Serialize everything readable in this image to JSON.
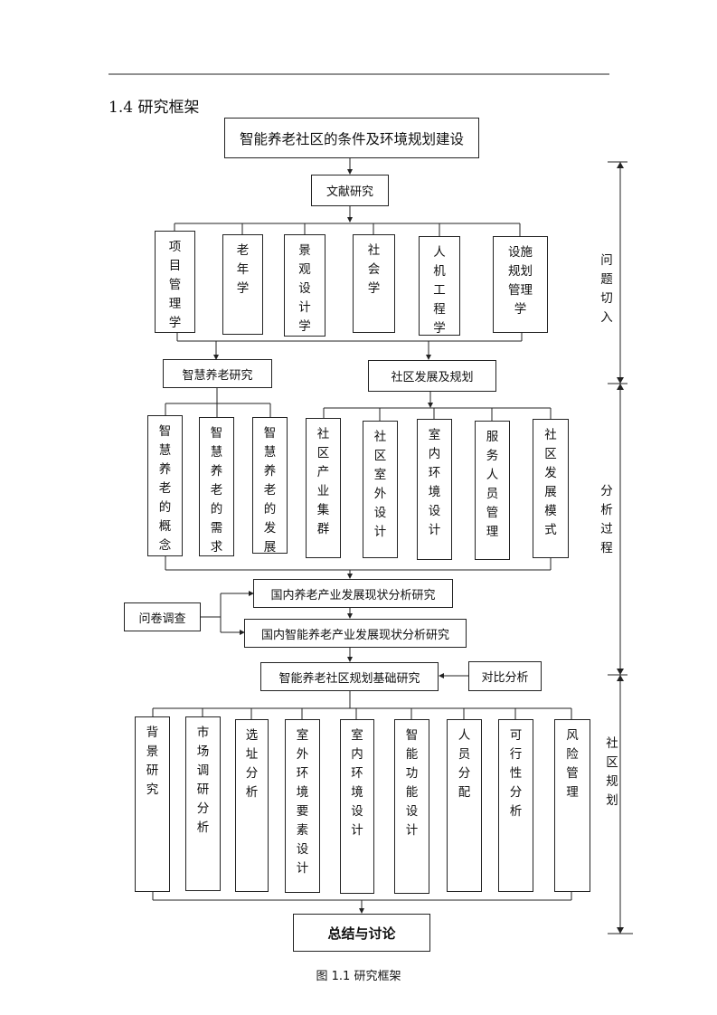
{
  "heading": "1.4  研究框架",
  "top_title": "智能养老社区的条件及环境规划建设",
  "literature": "文献研究",
  "disciplines": [
    "项\n目\n管\n理\n学",
    "老\n年\n学",
    "景\n观\n设\n计\n学",
    "社\n会\n学",
    "人\n机\n工\n程\n学",
    "设施\n规划\n管理\n学"
  ],
  "mid_left": "智慧养老研究",
  "mid_right": "社区发展及规划",
  "smart_items": [
    "智\n慧\n养\n老\n的\n概\n念",
    "智\n慧\n养\n老\n的\n需\n求",
    "智\n慧\n养\n老\n的\n发\n展"
  ],
  "community_items": [
    "社\n区\n产\n业\n集\n群",
    "社\n区\n室\n外\n设\n计",
    "室\n内\n环\n境\n设\n计",
    "服\n务\n人\n员\n管\n理",
    "社\n区\n发\n展\n模\n式"
  ],
  "domestic1": "国内养老产业发展现状分析研究",
  "domestic2": "国内智能养老产业发展现状分析研究",
  "survey": "问卷调查",
  "basic_research": "智能养老社区规划基础研究",
  "compare": "对比分析",
  "planning_items": [
    "背\n景\n研\n究",
    "市\n场\n调\n研\n分\n析",
    "选\n址\n分\n析",
    "室\n外\n环\n境\n要\n素\n设\n计",
    "室\n内\n环\n境\n设\n计",
    "智\n能\n功\n能\n设\n计",
    "人\n员\n分\n配",
    "可\n行\n性\n分\n析",
    "风\n险\n管\n理"
  ],
  "summary": "总结与讨论",
  "phases": [
    "问\n题\n切\n入",
    "分\n析\n过\n程",
    "社\n区\n规\n划"
  ],
  "caption": "图 1.1  研究框架"
}
